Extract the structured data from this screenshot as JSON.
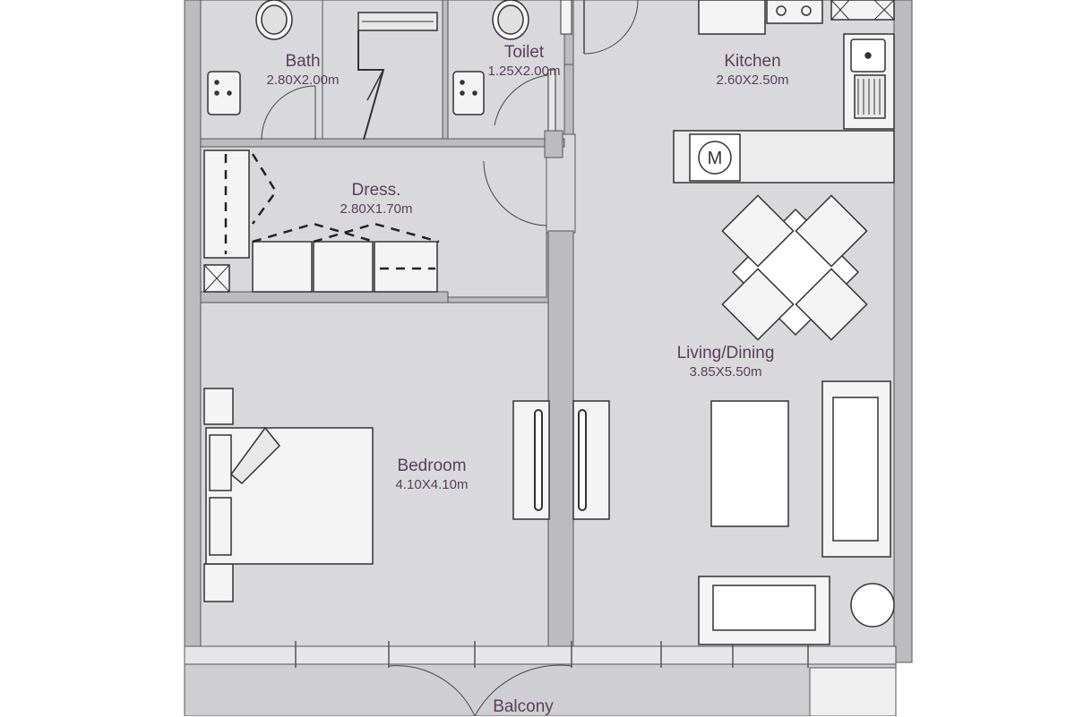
{
  "rooms": {
    "bath": {
      "name": "Bath",
      "dims": "2.80X2.00m"
    },
    "toilet": {
      "name": "Toilet",
      "dims": "1.25X2.00m"
    },
    "kitchen": {
      "name": "Kitchen",
      "dims": "2.60X2.50m"
    },
    "dress": {
      "name": "Dress.",
      "dims": "2.80X1.70m"
    },
    "living": {
      "name": "Living/Dining",
      "dims": "3.85X5.50m"
    },
    "bedroom": {
      "name": "Bedroom",
      "dims": "4.10X4.10m"
    },
    "balcony": {
      "name": "Balcony"
    }
  },
  "colors": {
    "floor": "#d9d9db",
    "wall": "#bcbcbe",
    "line": "#3a3a3a",
    "text": "#5a3d5c",
    "furniture": "#f4f4f4"
  }
}
